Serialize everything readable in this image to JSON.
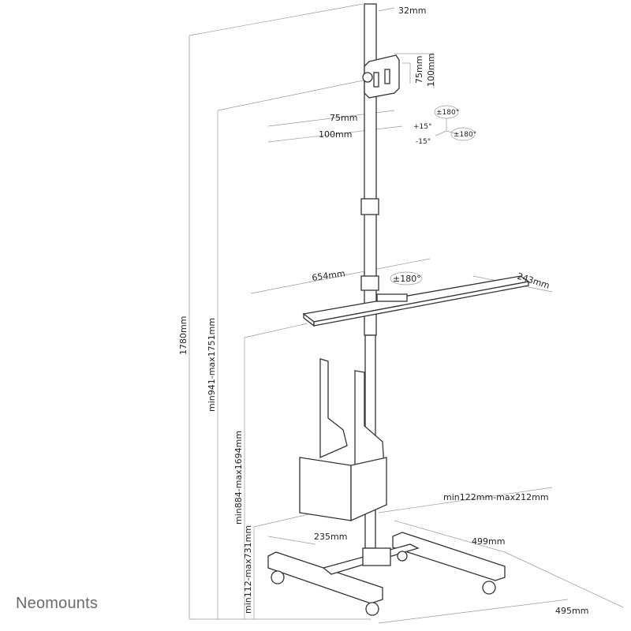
{
  "brand": "Neomounts",
  "dimensions": {
    "pole_diameter": "32mm",
    "vesa_h_small": "75mm",
    "vesa_h_large": "100mm",
    "vesa_w_small": "75mm",
    "vesa_w_large": "100mm",
    "rotation_top": "±180°",
    "tilt_up": "+15°",
    "tilt_down": "-15°",
    "swivel": "±180°",
    "shelf_width": "654mm",
    "shelf_rotation": "±180°",
    "shelf_depth": "243mm",
    "total_height": "1780mm",
    "monitor_height": "min941-max1751mm",
    "shelf_height": "min884-max1694mm",
    "cpu_holder_width": "min122mm-max212mm",
    "cpu_holder_depth": "235mm",
    "base_depth": "499mm",
    "cpu_holder_height": "min112-max731mm",
    "base_width": "495mm"
  }
}
